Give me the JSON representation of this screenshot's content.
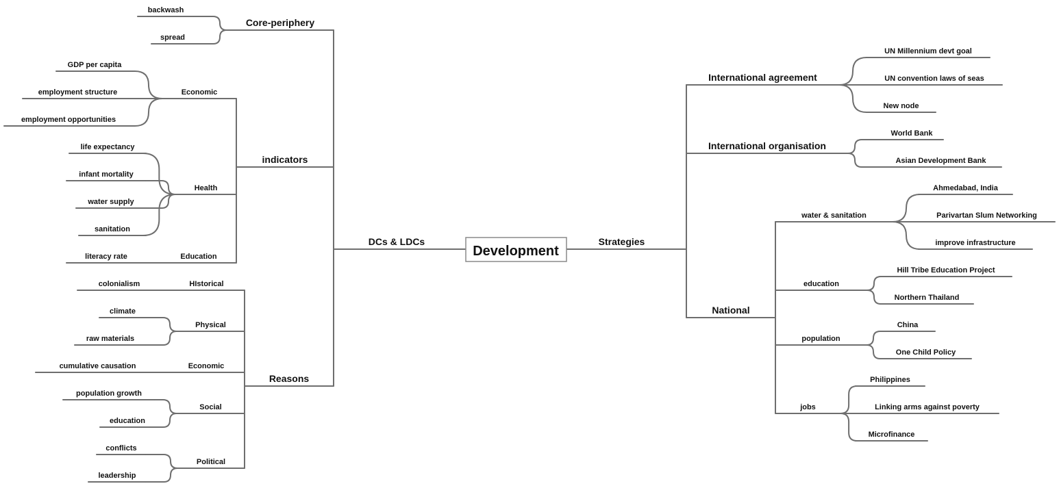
{
  "root": "Development",
  "left": [
    {
      "label": "DCs & LDCs",
      "children": [
        {
          "label": "Core-periphery",
          "children": [
            {
              "label": "backwash"
            },
            {
              "label": "spread"
            }
          ]
        },
        {
          "label": "indicators",
          "children": [
            {
              "label": "Economic",
              "children": [
                {
                  "label": "GDP per capita"
                },
                {
                  "label": "employment structure"
                },
                {
                  "label": "employment opportunities"
                }
              ]
            },
            {
              "label": "Health",
              "children": [
                {
                  "label": "life expectancy"
                },
                {
                  "label": "infant mortality"
                },
                {
                  "label": "water supply"
                },
                {
                  "label": "sanitation"
                }
              ]
            },
            {
              "label": "Education",
              "children": [
                {
                  "label": "literacy rate"
                }
              ]
            }
          ]
        },
        {
          "label": "Reasons",
          "children": [
            {
              "label": "HIstorical",
              "children": [
                {
                  "label": "colonialism"
                }
              ]
            },
            {
              "label": "Physical",
              "children": [
                {
                  "label": "climate"
                },
                {
                  "label": "raw materials"
                }
              ]
            },
            {
              "label": "Economic",
              "children": [
                {
                  "label": "cumulative causation"
                }
              ]
            },
            {
              "label": "Social",
              "children": [
                {
                  "label": "population growth"
                },
                {
                  "label": "education"
                }
              ]
            },
            {
              "label": "Political",
              "children": [
                {
                  "label": "conflicts"
                },
                {
                  "label": "leadership"
                }
              ]
            }
          ]
        }
      ]
    }
  ],
  "right": [
    {
      "label": "Strategies",
      "children": [
        {
          "label": "International agreement",
          "children": [
            {
              "label": "UN Millennium devt goal"
            },
            {
              "label": "UN convention laws of seas"
            },
            {
              "label": "New node"
            }
          ]
        },
        {
          "label": "International organisation",
          "children": [
            {
              "label": "World Bank"
            },
            {
              "label": "Asian Development Bank"
            }
          ]
        },
        {
          "label": "National",
          "children": [
            {
              "label": "water & sanitation",
              "children": [
                {
                  "label": "Ahmedabad, India"
                },
                {
                  "label": "Parivartan Slum Networking"
                },
                {
                  "label": "improve infrastructure"
                }
              ]
            },
            {
              "label": "education",
              "children": [
                {
                  "label": "Hill Tribe Education Project"
                },
                {
                  "label": "Northern Thailand"
                }
              ]
            },
            {
              "label": "population",
              "children": [
                {
                  "label": "China"
                },
                {
                  "label": "One Child Policy"
                }
              ]
            },
            {
              "label": "jobs",
              "children": [
                {
                  "label": "Philippines"
                },
                {
                  "label": "Linking arms against poverty"
                },
                {
                  "label": "Microfinance"
                }
              ]
            }
          ]
        }
      ]
    }
  ]
}
